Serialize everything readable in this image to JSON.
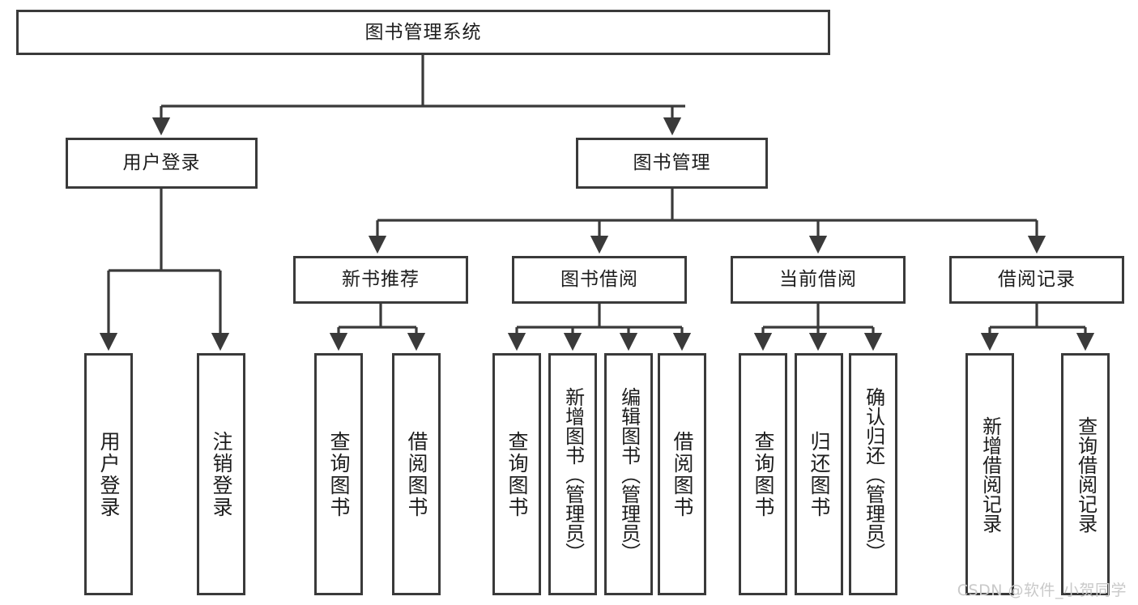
{
  "diagram": {
    "type": "tree",
    "title": "图书管理系统",
    "root": {
      "id": "root",
      "label": "图书管理系统"
    },
    "level2": [
      {
        "id": "user-login",
        "label": "用户登录"
      },
      {
        "id": "book-management",
        "label": "图书管理"
      }
    ],
    "level3": [
      {
        "id": "new-book-recommend",
        "label": "新书推荐"
      },
      {
        "id": "book-borrow",
        "label": "图书借阅"
      },
      {
        "id": "current-borrow",
        "label": "当前借阅"
      },
      {
        "id": "borrow-record",
        "label": "借阅记录"
      }
    ],
    "leaves": {
      "user_login": [
        {
          "id": "leaf-user-login",
          "label": "用户登录"
        },
        {
          "id": "leaf-logout",
          "label": "注销登录"
        }
      ],
      "new_book_recommend": [
        {
          "id": "leaf-query-book-1",
          "label": "查询图书"
        },
        {
          "id": "leaf-borrow-book-1",
          "label": "借阅图书"
        }
      ],
      "book_borrow": [
        {
          "id": "leaf-query-book-2",
          "label": "查询图书"
        },
        {
          "id": "leaf-add-book",
          "label": "新增图书（管理员）"
        },
        {
          "id": "leaf-edit-book",
          "label": "编辑图书（管理员）"
        },
        {
          "id": "leaf-borrow-book-2",
          "label": "借阅图书"
        }
      ],
      "current_borrow": [
        {
          "id": "leaf-query-book-3",
          "label": "查询图书"
        },
        {
          "id": "leaf-return-book",
          "label": "归还图书"
        },
        {
          "id": "leaf-confirm-return",
          "label": "确认归还（管理员）"
        }
      ],
      "borrow_record": [
        {
          "id": "leaf-add-record",
          "label": "新增借阅记录"
        },
        {
          "id": "leaf-query-record",
          "label": "查询借阅记录"
        }
      ]
    }
  },
  "watermark": {
    "text": "CSDN @软件_小贺同学"
  },
  "colors": {
    "stroke": "#3a3a3a",
    "text": "#1d1d1d",
    "background": "#ffffff",
    "watermark": "#c9c9c9"
  }
}
